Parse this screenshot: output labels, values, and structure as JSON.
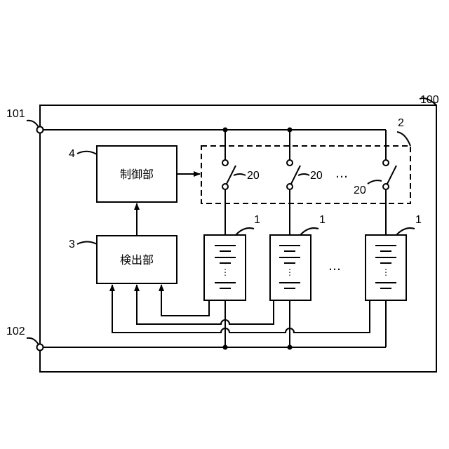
{
  "labels": {
    "device": "100",
    "terminal_positive": "101",
    "terminal_negative": "102",
    "switch_group": "2",
    "control_unit_ref": "4",
    "detection_unit_ref": "3",
    "battery_ref": "1",
    "switch_ref": "20"
  },
  "blocks": {
    "control_unit": "制御部",
    "detection_unit": "検出部"
  },
  "ellipsis": "…",
  "battery_ellipsis": "⋮"
}
